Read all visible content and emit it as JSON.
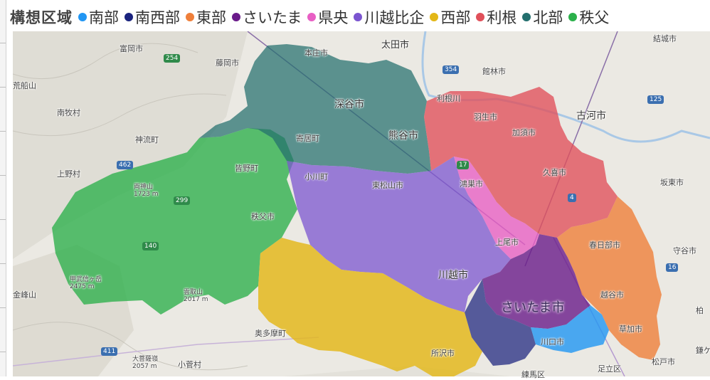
{
  "legend": {
    "title": "構想区域",
    "items": [
      {
        "name": "南部",
        "color": "#2196f3"
      },
      {
        "name": "南西部",
        "color": "#1a237e"
      },
      {
        "name": "東部",
        "color": "#ef7f3a"
      },
      {
        "name": "さいたま",
        "color": "#6a1b8a"
      },
      {
        "name": "県央",
        "color": "#e85fc4"
      },
      {
        "name": "川越比企",
        "color": "#7b55d0"
      },
      {
        "name": "西部",
        "color": "#e3b717"
      },
      {
        "name": "利根",
        "color": "#e0505a"
      },
      {
        "name": "北部",
        "color": "#236f6e"
      },
      {
        "name": "秩父",
        "color": "#2bb04a"
      }
    ]
  },
  "regions": [
    {
      "id": "chichibu",
      "name": "秩父",
      "color": "#2bb04a"
    },
    {
      "id": "hokubu",
      "name": "北部",
      "color": "#236f6e"
    },
    {
      "id": "tone",
      "name": "利根",
      "color": "#e0505a"
    },
    {
      "id": "kawagoe-hiki",
      "name": "川越比企",
      "color": "#7b55d0"
    },
    {
      "id": "seibu",
      "name": "西部",
      "color": "#e3b717"
    },
    {
      "id": "kenou",
      "name": "県央",
      "color": "#e85fc4"
    },
    {
      "id": "tobu",
      "name": "東部",
      "color": "#ef7f3a"
    },
    {
      "id": "saitama",
      "name": "さいたま",
      "color": "#6a1b8a"
    },
    {
      "id": "nanseibu",
      "name": "南西部",
      "color": "#1a237e"
    },
    {
      "id": "nanbu",
      "name": "南部",
      "color": "#2196f3"
    }
  ],
  "places": [
    {
      "id": "tomioka",
      "label": "富岡市"
    },
    {
      "id": "fujioka",
      "label": "藤岡市"
    },
    {
      "id": "honjo",
      "label": "本庄市"
    },
    {
      "id": "ota",
      "label": "太田市"
    },
    {
      "id": "tatebayashi",
      "label": "館林市"
    },
    {
      "id": "yuki",
      "label": "結城市"
    },
    {
      "id": "arafuneyama",
      "label": "荒船山"
    },
    {
      "id": "nanmoku",
      "label": "南牧村"
    },
    {
      "id": "kanna",
      "label": "神流町"
    },
    {
      "id": "fukaya",
      "label": "深谷市"
    },
    {
      "id": "kumagaya",
      "label": "熊谷市"
    },
    {
      "id": "yorii",
      "label": "寄居町"
    },
    {
      "id": "hanyu",
      "label": "羽生市"
    },
    {
      "id": "kazo",
      "label": "加須市"
    },
    {
      "id": "koga",
      "label": "古河市"
    },
    {
      "id": "toneriver",
      "label": "利根川"
    },
    {
      "id": "uenomura",
      "label": "上野村"
    },
    {
      "id": "minano",
      "label": "皆野町"
    },
    {
      "id": "ryokami",
      "label": "両神山\n1723 m"
    },
    {
      "id": "ogawa",
      "label": "小川町"
    },
    {
      "id": "higashimatsuyama",
      "label": "東松山市"
    },
    {
      "id": "konosu",
      "label": "鴻巣市"
    },
    {
      "id": "kuki",
      "label": "久喜市"
    },
    {
      "id": "bando",
      "label": "坂東市"
    },
    {
      "id": "chichibu-city",
      "label": "秩父市"
    },
    {
      "id": "ageo",
      "label": "上尾市"
    },
    {
      "id": "kasukabe",
      "label": "春日部市"
    },
    {
      "id": "moriya",
      "label": "守谷市"
    },
    {
      "id": "kawagoe",
      "label": "川越市"
    },
    {
      "id": "kinpusan",
      "label": "金峰山"
    },
    {
      "id": "kobushigatake",
      "label": "甲武信ヶ岳\n2475 m"
    },
    {
      "id": "kumotoriyama",
      "label": "雲取山\n2017 m"
    },
    {
      "id": "saitama-city",
      "label": "さいたま市"
    },
    {
      "id": "koshigaya",
      "label": "越谷市"
    },
    {
      "id": "kashiwa",
      "label": "柏"
    },
    {
      "id": "okutama",
      "label": "奥多摩町"
    },
    {
      "id": "soka",
      "label": "草加市"
    },
    {
      "id": "kawaguchi",
      "label": "川口市"
    },
    {
      "id": "tokorozawa",
      "label": "所沢市"
    },
    {
      "id": "daibosatsu",
      "label": "大菩薩嶺\n2057 m"
    },
    {
      "id": "kosuge",
      "label": "小菅村"
    },
    {
      "id": "nerima",
      "label": "練馬区"
    },
    {
      "id": "adachi",
      "label": "足立区"
    },
    {
      "id": "matsudo",
      "label": "松戸市"
    },
    {
      "id": "kamagaya",
      "label": "鎌ケ"
    },
    {
      "id": "r254",
      "label": "254"
    },
    {
      "id": "r125",
      "label": "125"
    },
    {
      "id": "r462",
      "label": "462"
    },
    {
      "id": "r299",
      "label": "299"
    },
    {
      "id": "r140",
      "label": "140"
    },
    {
      "id": "r17",
      "label": "17"
    },
    {
      "id": "r16",
      "label": "16"
    },
    {
      "id": "r411",
      "label": "411"
    },
    {
      "id": "r354",
      "label": "354"
    },
    {
      "id": "r4",
      "label": "4"
    }
  ]
}
